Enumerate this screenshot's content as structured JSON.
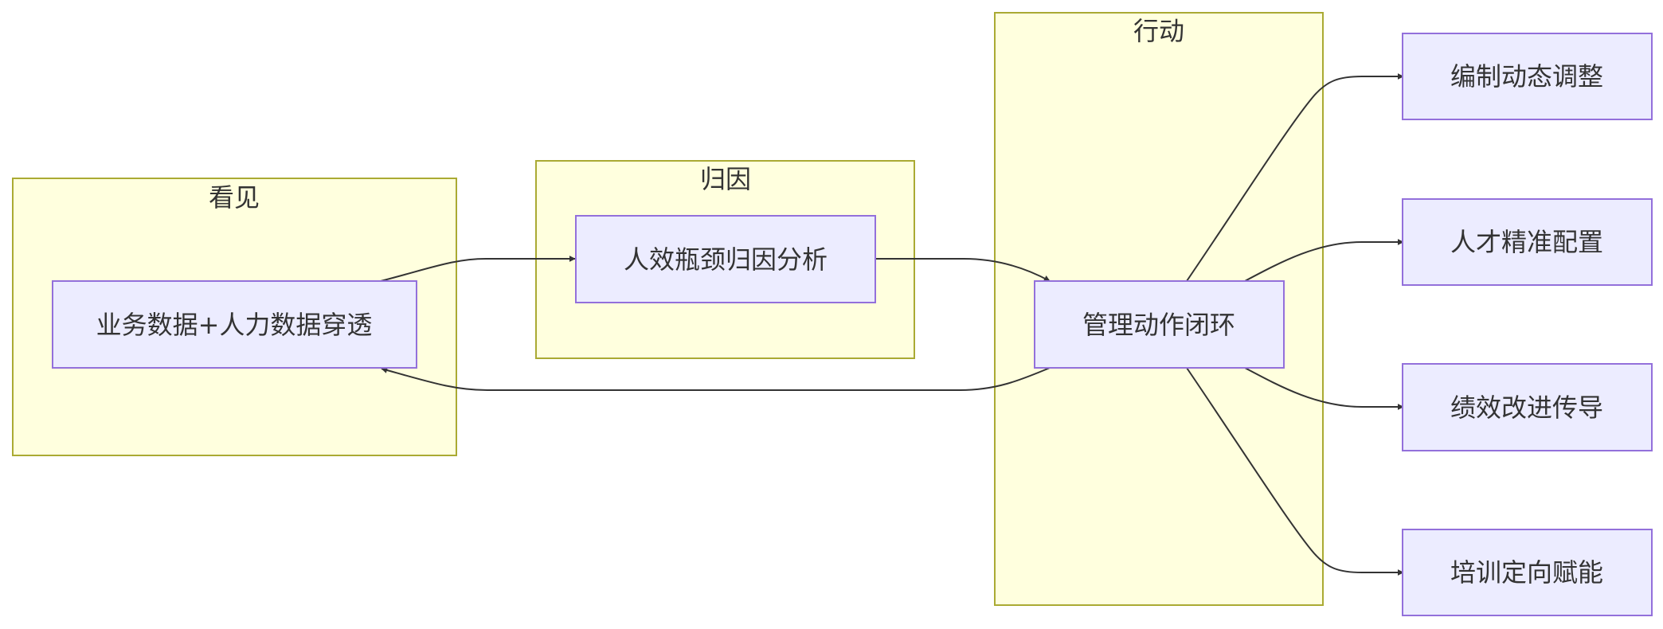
{
  "clusters": {
    "see": {
      "label": "看见"
    },
    "attribute": {
      "label": "归因"
    },
    "action": {
      "label": "行动"
    }
  },
  "nodes": {
    "data_penetration": {
      "label": "业务数据+人力数据穿透"
    },
    "bottleneck_analysis": {
      "label": "人效瓶颈归因分析"
    },
    "management_loop": {
      "label": "管理动作闭环"
    },
    "headcount_adjust": {
      "label": "编制动态调整"
    },
    "talent_allocation": {
      "label": "人才精准配置"
    },
    "performance_improve": {
      "label": "绩效改进传导"
    },
    "training_enable": {
      "label": "培训定向赋能"
    }
  },
  "colors": {
    "cluster_fill": "#ffffde",
    "cluster_stroke": "#aaaa33",
    "node_fill": "#ececff",
    "node_stroke": "#9370db",
    "edge": "#333333",
    "text": "#333333"
  }
}
